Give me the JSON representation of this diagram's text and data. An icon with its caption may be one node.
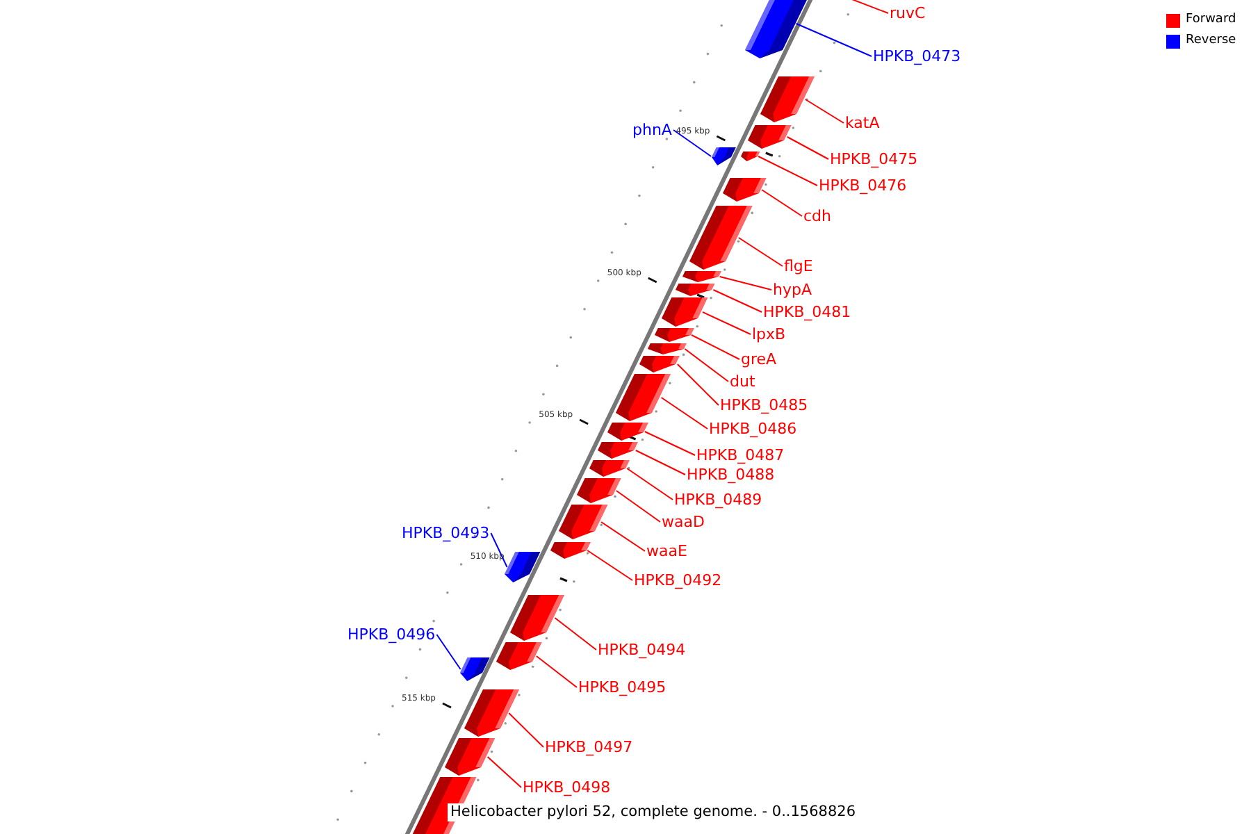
{
  "diagram": {
    "caption": "Helicobacter pylori 52, complete genome. - 0..1568826",
    "nodes": [
      {
        "text": [
          "ruvC"
        ]
      },
      {
        "text": [
          "HPKB_0473"
        ]
      },
      {
        "text": [],
        "shape": "box"
      },
      {
        "text": [
          "katA"
        ]
      },
      {
        "text": [],
        "shape": "box"
      },
      {
        "text": [
          "phnA"
        ]
      },
      {
        "text": [],
        "shape": "box"
      },
      {
        "text": [
          "HPKB_0475"
        ]
      },
      {
        "text": [],
        "shape": "box"
      },
      {
        "text": [
          "HPKB_0476"
        ]
      },
      {
        "text": [],
        "shape": "box"
      },
      {
        "text": [
          "cdh"
        ]
      },
      {
        "text": [],
        "shape": "box"
      },
      {
        "text": [
          "flgE"
        ]
      },
      {
        "text": [],
        "shape": "box"
      },
      {
        "text": [
          "hypA"
        ]
      },
      {
        "text": [],
        "shape": "box"
      },
      {
        "text": [
          "HPKB_0481"
        ]
      },
      {
        "text": [],
        "shape": "box"
      },
      {
        "text": [
          "lpxB"
        ]
      },
      {
        "text": [],
        "shape": "box"
      },
      {
        "text": [
          "greA"
        ]
      },
      {
        "text": [],
        "shape": "box"
      },
      {
        "text": [
          "dut"
        ]
      },
      {
        "text": [],
        "shape": "box"
      },
      {
        "text": [
          "HPKB_0485"
        ]
      },
      {
        "text": [],
        "shape": "box"
      },
      {
        "text": [
          "HPKB_0486"
        ]
      },
      {
        "text": [],
        "shape": "box"
      },
      {
        "text": [
          "HPKB_0487"
        ]
      },
      {
        "text": [],
        "shape": "box"
      },
      {
        "text": [
          "HPKB_0488"
        ]
      },
      {
        "text": [],
        "shape": "box"
      },
      {
        "text": [
          "HPKB_0489"
        ]
      },
      {
        "text": [],
        "shape": "box"
      },
      {
        "text": [
          "waaD"
        ]
      },
      {
        "text": [],
        "shape": "box"
      },
      {
        "text": [
          "waaE"
        ]
      },
      {
        "text": [],
        "shape": "box"
      },
      {
        "text": [
          "HPKB_0492"
        ]
      },
      {
        "text": [],
        "shape": "box"
      },
      {
        "text": [
          "HPKB_0493"
        ]
      },
      {
        "text": [],
        "shape": "box"
      },
      {
        "text": [
          "HPKB_0494"
        ]
      },
      {
        "text": [],
        "shape": "box"
      },
      {
        "text": [
          "HPKB_0495"
        ]
      },
      {
        "text": [],
        "shape": "box"
      },
      {
        "text": [
          "HPKB_0496"
        ]
      },
      {
        "text": [],
        "shape": "box"
      },
      {
        "text": [
          "HPKB_0497"
        ]
      },
      {
        "text": [],
        "shape": "box"
      },
      {
        "text": [
          "HPKB_0498"
        ]
      },
      {
        "text": [],
        "shape": "box"
      },
      {
        "text": [],
        "shape": "box"
      }
    ],
    "edges": [
      {
        "from": 0,
        "to": null,
        "arrow": "none"
      },
      {
        "from": 1,
        "to": 2,
        "arrow": "none",
        "color": "#0000ff"
      },
      {
        "from": 3,
        "to": 4,
        "arrow": "none"
      },
      {
        "from": 5,
        "to": 6,
        "arrow": "none",
        "color": "#0000ff"
      },
      {
        "from": 7,
        "to": 8,
        "arrow": "none"
      },
      {
        "from": 9,
        "to": 10,
        "arrow": "none"
      },
      {
        "from": 11,
        "to": 12,
        "arrow": "none"
      },
      {
        "from": 13,
        "to": 14,
        "arrow": "none"
      },
      {
        "from": 15,
        "to": 16,
        "arrow": "none"
      },
      {
        "from": 17,
        "to": 18,
        "arrow": "none"
      },
      {
        "from": 19,
        "to": 20,
        "arrow": "none"
      },
      {
        "from": 21,
        "to": 22,
        "arrow": "none"
      },
      {
        "from": 23,
        "to": 24,
        "arrow": "none"
      },
      {
        "from": 25,
        "to": 26,
        "arrow": "none"
      },
      {
        "from": 27,
        "to": 28,
        "arrow": "none"
      },
      {
        "from": 29,
        "to": 30,
        "arrow": "none"
      },
      {
        "from": 31,
        "to": 32,
        "arrow": "none"
      },
      {
        "from": 33,
        "to": 34,
        "arrow": "none"
      },
      {
        "from": 35,
        "to": 36,
        "arrow": "none"
      },
      {
        "from": 37,
        "to": 38,
        "arrow": "none"
      },
      {
        "from": 39,
        "to": 40,
        "arrow": "none"
      },
      {
        "from": 41,
        "to": 42,
        "arrow": "none",
        "color": "#0000ff"
      },
      {
        "from": 43,
        "to": 44,
        "arrow": "none"
      },
      {
        "from": 45,
        "to": 46,
        "arrow": "none"
      },
      {
        "from": 47,
        "to": 48,
        "arrow": "none",
        "color": "#0000ff"
      },
      {
        "from": 49,
        "to": 50,
        "arrow": "none"
      },
      {
        "from": 51,
        "to": 52,
        "arrow": "none"
      }
    ],
    "labels": [
      "495 kbp",
      "500 kbp",
      "505 kbp",
      "510 kbp",
      "515 kbp"
    ],
    "legend": [
      {
        "text": "Forward",
        "color": "#ff0000"
      },
      {
        "text": "Reverse",
        "color": "#0000ff"
      }
    ]
  }
}
